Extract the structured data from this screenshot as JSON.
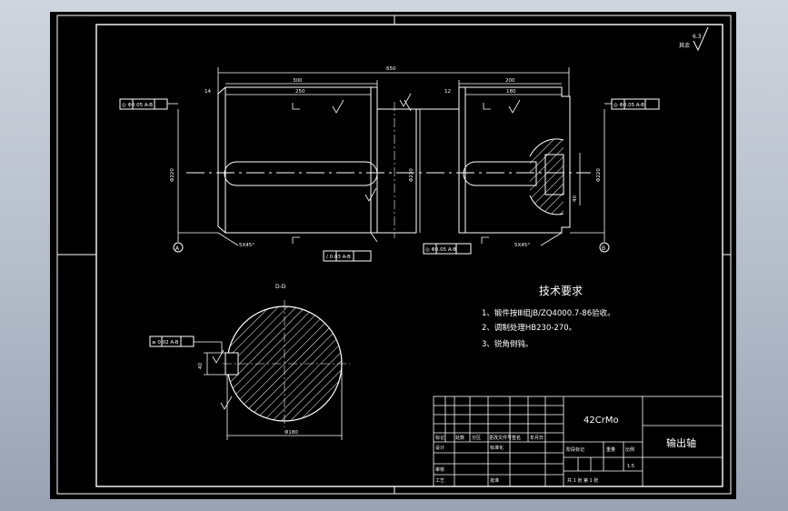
{
  "drawing": {
    "title": "技术要求",
    "requirements": [
      "1、锻件按Ⅲ组JB/ZQ4000.7-86验收。",
      "2、调制处理HB230-270。",
      "3、锐角倒钝。"
    ],
    "material": "42CrMo",
    "part_name": "输出轴",
    "scale": "1:5",
    "sheet": "共  1  张    第  1  张",
    "section_label": "D-D",
    "roughness_note": "其余",
    "roughness_value": "6.3"
  },
  "dimensions": {
    "overall": "650",
    "left_seg": "300",
    "left_key": "250",
    "right_seg": "200",
    "right_key": "180",
    "left_gap": "14",
    "right_gap": "12",
    "chamfer_left": "5X45°",
    "chamfer_right": "5X45°",
    "dia_left": "Φ220",
    "dia_mid": "Φ230",
    "dia_right": "Φ220",
    "sec_dia": "Φ180",
    "sec_depth": "40",
    "key_width": "40"
  },
  "tolerances": {
    "left_runout": "◎ Φ0.05  A-B",
    "right_runout": "◎ Φ0.05  A-B",
    "straight": "/  0.03  A-B",
    "mid_runout": "◎ Φ0.05  A-B",
    "section_sym": "≡  0.02  A-B"
  },
  "datums": [
    "A",
    "B"
  ],
  "title_block": {
    "row_labels": [
      "标记",
      "处数",
      "分区",
      "更改文件号",
      "签名",
      "年月日"
    ],
    "left_rows": [
      "设计",
      "标准化",
      "审核",
      "工艺",
      "批准"
    ],
    "stage_labels": [
      "阶段标记",
      "重量",
      "比例"
    ]
  }
}
